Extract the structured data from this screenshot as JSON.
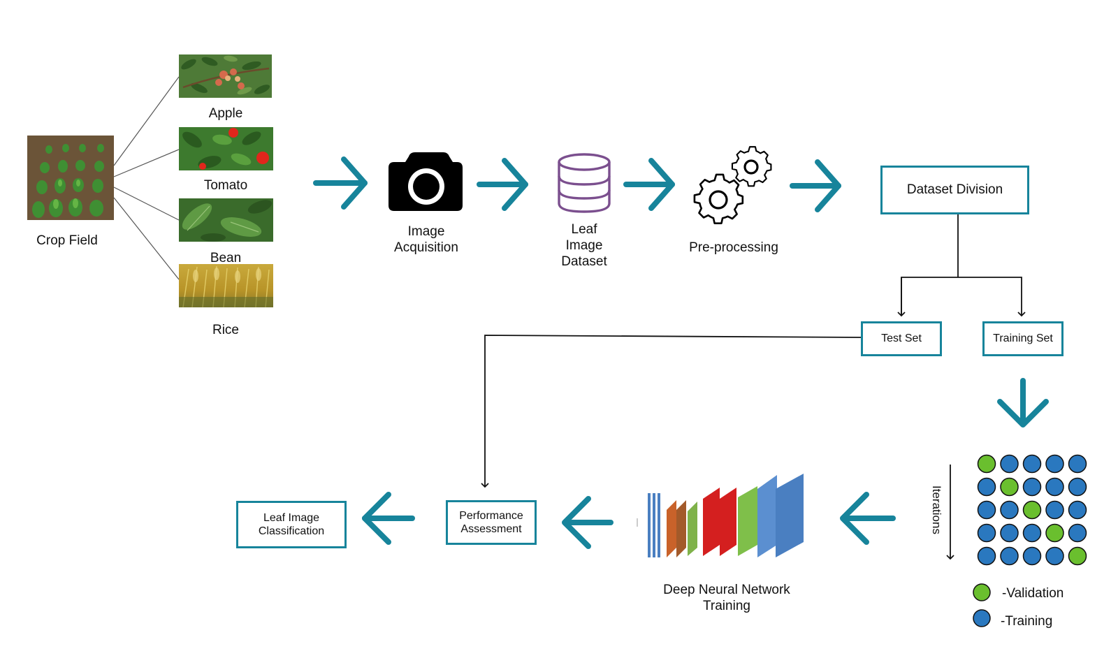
{
  "colors": {
    "accent": "#17849b",
    "validation": "#6abf2e",
    "training": "#2a78bf",
    "database": "#7b4f8e"
  },
  "source": {
    "label": "Crop Field",
    "crops": [
      {
        "label": "Apple",
        "icon": "apple-leaf-photo"
      },
      {
        "label": "Tomato",
        "icon": "tomato-leaf-photo"
      },
      {
        "label": "Bean",
        "icon": "bean-leaf-photo"
      },
      {
        "label": "Rice",
        "icon": "rice-field-photo"
      }
    ]
  },
  "pipeline": {
    "image_acquisition": {
      "line1": "Image",
      "line2": "Acquisition",
      "icon": "camera-icon"
    },
    "leaf_dataset": {
      "line1": "Leaf",
      "line2": "Image",
      "line3": "Dataset",
      "icon": "database-icon"
    },
    "preprocessing": {
      "label": "Pre-processing",
      "icon": "gears-icon"
    },
    "dataset_division": {
      "label": "Dataset Division"
    },
    "test_set": {
      "label": "Test Set"
    },
    "training_set": {
      "label": "Training Set"
    },
    "iterations": {
      "label": "Iterations"
    },
    "dnn": {
      "line1": "Deep Neural Network",
      "line2": "Training"
    },
    "performance": {
      "line1": "Performance",
      "line2": "Assessment"
    },
    "classification": {
      "line1": "Leaf Image",
      "line2": "Classification"
    }
  },
  "cross_validation": {
    "grid": [
      [
        "V",
        "T",
        "T",
        "T",
        "T"
      ],
      [
        "T",
        "V",
        "T",
        "T",
        "T"
      ],
      [
        "T",
        "T",
        "V",
        "T",
        "T"
      ],
      [
        "T",
        "T",
        "T",
        "V",
        "T"
      ],
      [
        "T",
        "T",
        "T",
        "T",
        "V"
      ]
    ],
    "legend": {
      "validation": "-Validation",
      "training": "-Training"
    }
  }
}
